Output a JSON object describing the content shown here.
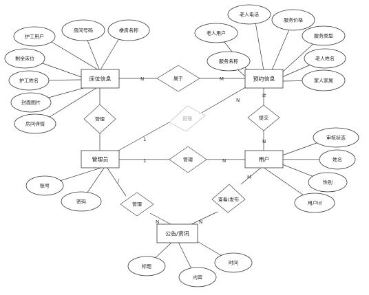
{
  "entities": {
    "bed_info": "床位信息",
    "booking_info": "预约信息",
    "admin": "管理员",
    "user": "用户",
    "notice": "公告/资讯"
  },
  "attributes": {
    "bed_info": [
      "护工用户",
      "房间号码",
      "楼房名称",
      "剩余床位",
      "护工姓名",
      "封面图片",
      "房间详情"
    ],
    "booking_info": [
      "老人电话",
      "老人用户",
      "服务价格",
      "服务类型",
      "服务名称",
      "老人姓名",
      "家人家属"
    ],
    "admin": [
      "账号",
      "密码"
    ],
    "user": [
      "审核状态",
      "姓名",
      "性别",
      "用户id"
    ],
    "notice": [
      "标题",
      "内容",
      "时间"
    ]
  },
  "relationships": {
    "belongs": "属于",
    "manage_bed": "管理",
    "manage_booking": "管理",
    "submit": "提交",
    "manage_user": "管理",
    "manage_notice": "管理",
    "view_publish": "查看/发布"
  },
  "cardinalities": {
    "bed_belongs": "N",
    "belongs_booking": "M",
    "booking_manage": "N",
    "booking_submit": "N",
    "submit_user": "N",
    "admin_manage_booking": "1",
    "admin_manage_user": "1",
    "manage_user_user": "N",
    "admin_manage_notice": "/",
    "manage_notice_notice": "N",
    "user_view": "M",
    "view_notice": "N"
  }
}
